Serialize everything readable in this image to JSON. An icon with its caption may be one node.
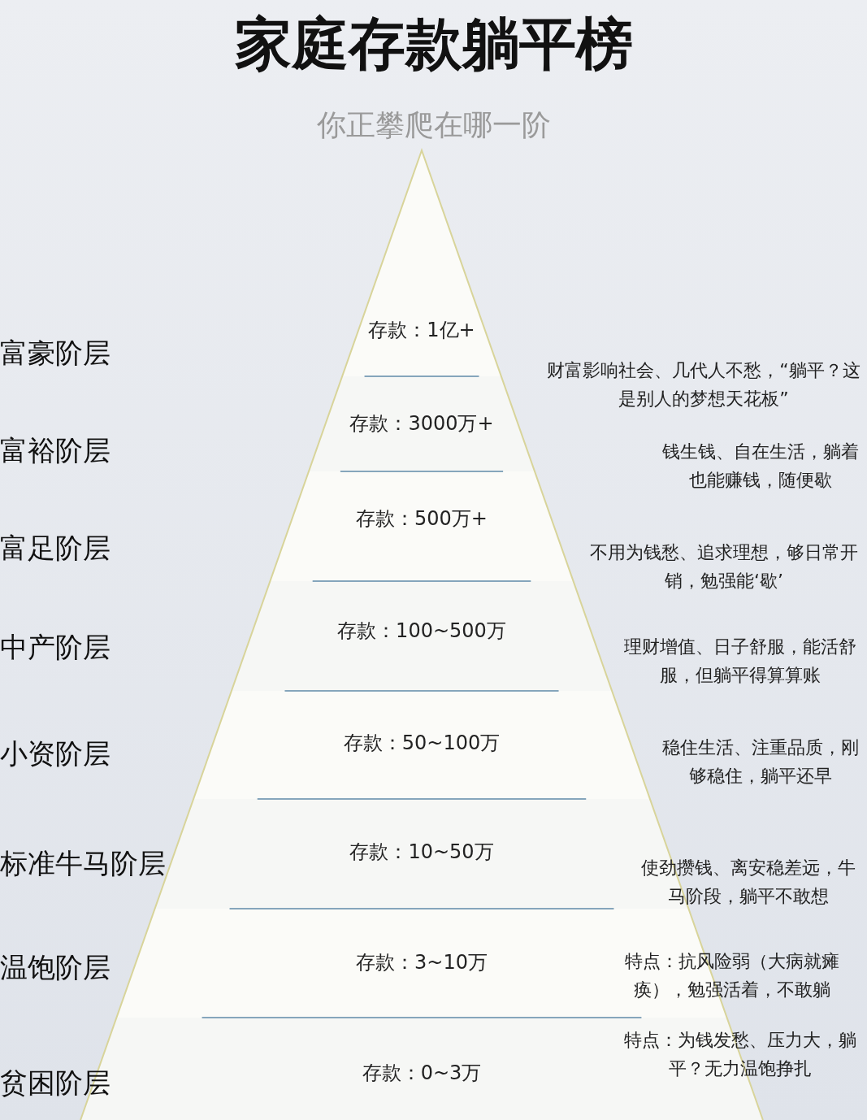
{
  "diagram": {
    "title": "家庭存款躺平榜",
    "nodes": [
      {
        "text": [
          "存款：1亿+"
        ]
      },
      {
        "text": [
          "存款：3000万+"
        ]
      },
      {
        "text": [
          "存款：500万+"
        ]
      },
      {
        "text": [
          "存款：100~500万"
        ]
      },
      {
        "text": [
          "存款：50~100万"
        ]
      },
      {
        "text": [
          "存款：10~50万"
        ]
      },
      {
        "text": [
          "存款：3~10万"
        ]
      },
      {
        "text": [
          "存款：0~3万"
        ]
      }
    ],
    "edges": [],
    "labels": [
      "你正攀爬在哪一阶",
      "富豪阶层",
      "财富影响社会、几代人不愁，“躺平？这是别人的梦想天花板”",
      "富裕阶层",
      "钱生钱、自在生活，躺着也能赚钱，随便歇",
      "富足阶层",
      "不用为钱愁、追求理想，够日常开销，勉强能‘歇’",
      "中产阶层",
      "理财增值、日子舒服，能活舒服，但躺平得算算账",
      "小资阶层",
      "稳住生活、注重品质，刚够稳住，躺平还早",
      "标准牛马阶层",
      "使劲攒钱、离安稳差远，牛马阶段，躺平不敢想",
      "温饱阶层",
      "特点：抗风险弱（大病就瘫痪），勉强活着，不敢躺",
      "贫困阶层",
      "特点：为钱发愁、压力大，躺平？无力温饱挣扎"
    ]
  }
}
